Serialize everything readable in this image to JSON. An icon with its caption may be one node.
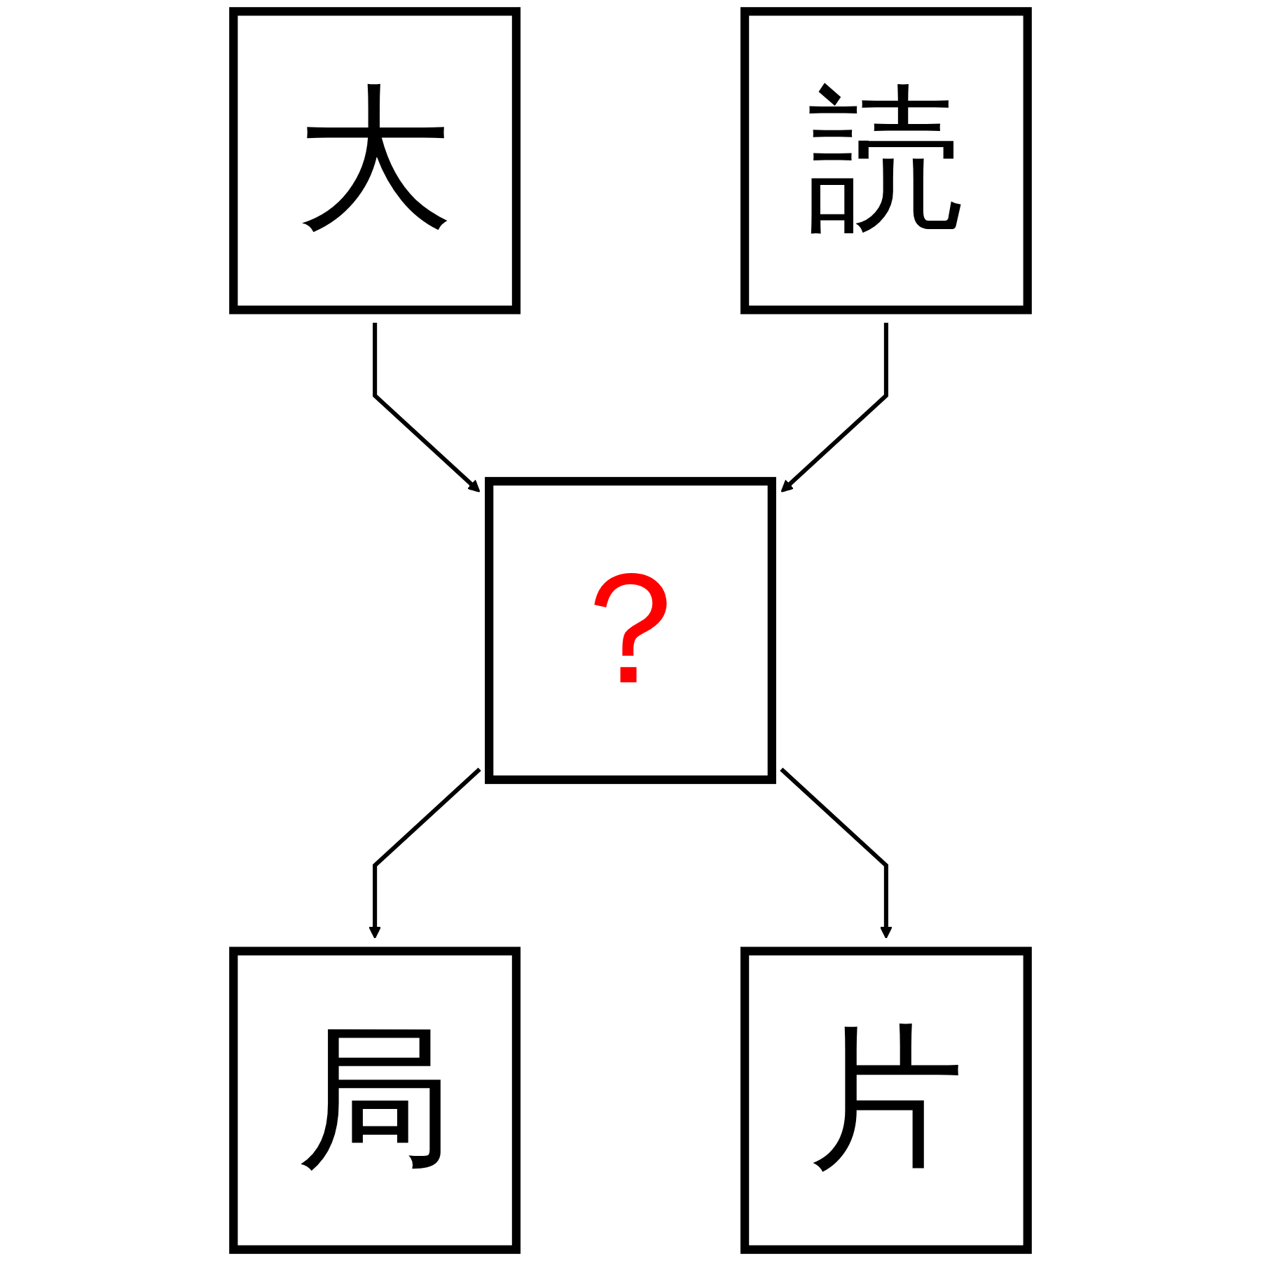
{
  "diagram": {
    "nodes": [
      {
        "text": [
          "大"
        ]
      },
      {
        "text": [
          "読"
        ]
      },
      {
        "text": [
          "？"
        ]
      },
      {
        "text": [
          "局"
        ]
      },
      {
        "text": [
          "片"
        ]
      }
    ],
    "edges": [
      {
        "from": 0,
        "to": 2,
        "arrow": "to"
      },
      {
        "from": 1,
        "to": 2,
        "arrow": "to"
      },
      {
        "from": 2,
        "to": 3,
        "arrow": "to"
      },
      {
        "from": 2,
        "to": 4,
        "arrow": "to"
      }
    ]
  }
}
